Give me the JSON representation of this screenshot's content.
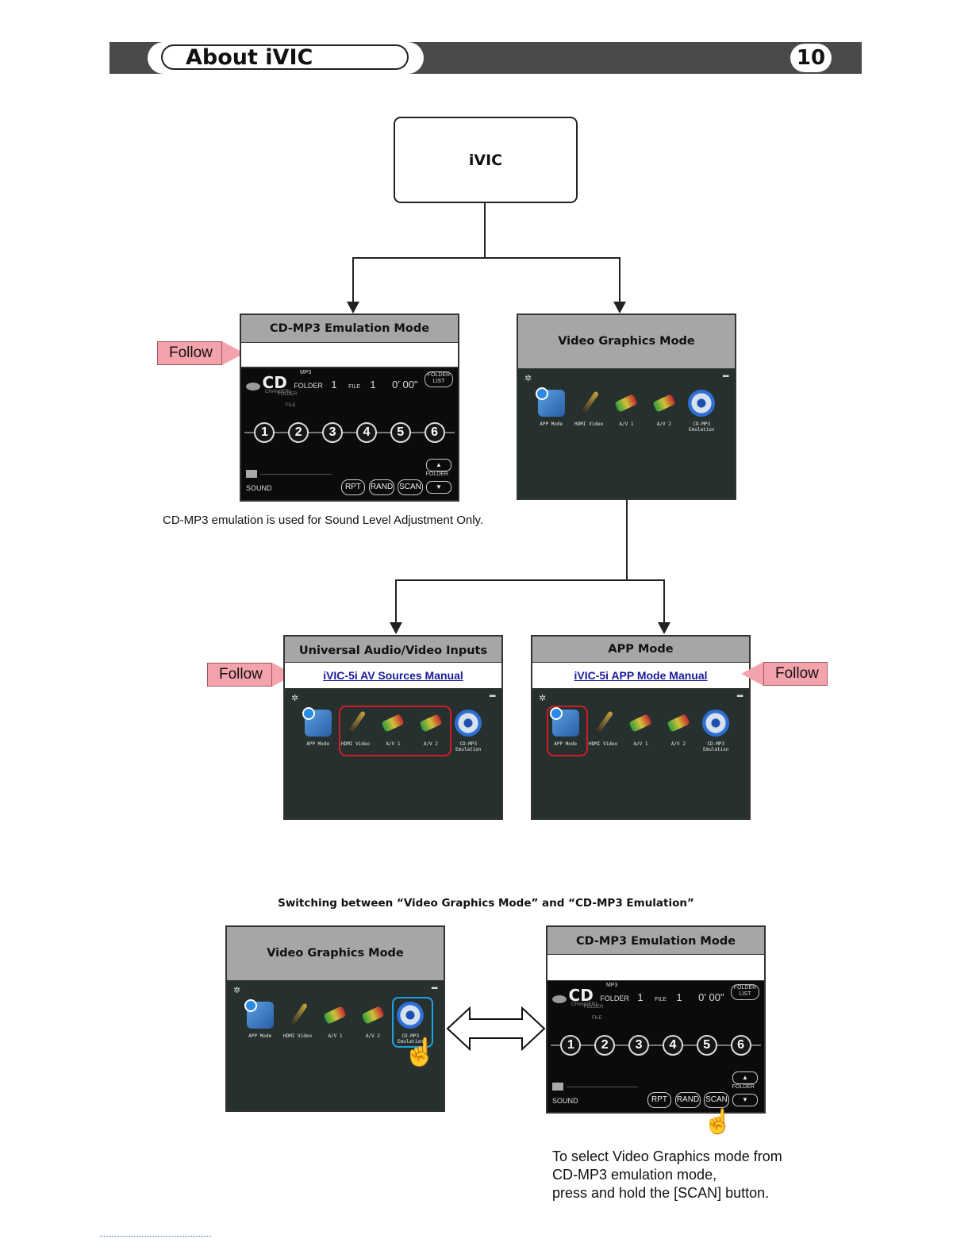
{
  "header": {
    "title": "About iVIC",
    "page_number": "10"
  },
  "root_box": {
    "label": "iVIC"
  },
  "cd_panel_top": {
    "title": "CD-MP3 Emulation Mode",
    "display": {
      "logo": "CD",
      "sub": "CHANGER1",
      "mp3": "MP3",
      "folder_label": "FOLDER",
      "folder_num": "1",
      "file_label": "FILE",
      "file_num": "1",
      "time": "0' 00\"",
      "folder_list": "FOLDER LIST",
      "row_folder": "FOLDER",
      "row_file": "FILE",
      "discs": [
        "1",
        "2",
        "3",
        "4",
        "5",
        "6"
      ],
      "sound": "SOUND",
      "rpt": "RPT",
      "rand": "RAND",
      "scan": "SCAN",
      "folder_btn": "FOLDER",
      "up": "▲",
      "down": "▼"
    }
  },
  "note_cd": "CD-MP3 emulation is used for Sound Level Adjustment Only.",
  "vg_panel_top": {
    "title": "Video Graphics Mode"
  },
  "apps": [
    {
      "label": "APP Mode",
      "icon": "app-mode-icon"
    },
    {
      "label": "HDMI Video",
      "icon": "hdmi-cable-icon"
    },
    {
      "label": "A/V 1",
      "icon": "av-cable-icon"
    },
    {
      "label": "A/V 2",
      "icon": "av-cable-icon"
    },
    {
      "label": "CD-MP3\nEmulation",
      "icon": "cd-disc-icon"
    }
  ],
  "av_panel": {
    "title": "Universal Audio/Video Inputs",
    "link": "iVIC-5i AV Sources Manual"
  },
  "app_panel": {
    "title": "APP Mode",
    "link": "iVIC-5i APP Mode Manual"
  },
  "follow_labels": {
    "top": "Follow",
    "av": "Follow",
    "app": "Follow"
  },
  "switching_title": "Switching between “Video Graphics Mode” and “CD-MP3 Emulation”",
  "vg_panel_bottom": {
    "title": "Video Graphics Mode"
  },
  "cd_panel_bottom": {
    "title": "CD-MP3 Emulation Mode"
  },
  "instruction_lines": [
    "To select Video Graphics mode from",
    "CD-MP3 emulation mode,",
    "press and hold the [SCAN] button."
  ],
  "colors": {
    "header_bar": "#4a4a4a",
    "panel_head": "#a6a6a6",
    "follow_tag": "#f4a3ad",
    "highlight_red": "#d21b23",
    "highlight_blue": "#1fa2e0"
  }
}
